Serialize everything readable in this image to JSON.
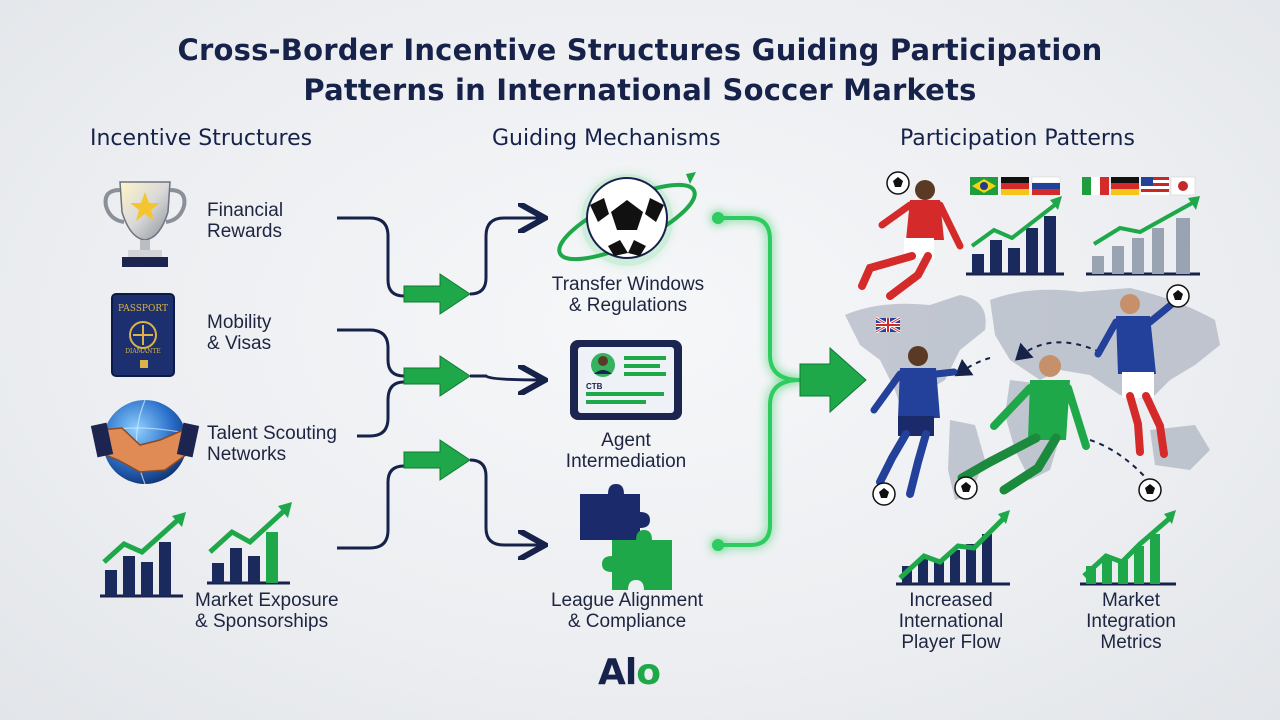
{
  "title": {
    "line1": "Cross-Border Incentive Structures Guiding Participation",
    "line2": "Patterns in International Soccer Markets"
  },
  "columns": {
    "left": "Incentive Structures",
    "middle": "Guiding Mechanisms",
    "right": "Participation Patterns"
  },
  "incentives": [
    {
      "line1": "Financial",
      "line2": "Rewards",
      "icon": "trophy-icon"
    },
    {
      "line1": "Mobility",
      "line2": "& Visas",
      "icon": "passport-icon"
    },
    {
      "line1": "Talent Scouting",
      "line2": "Networks",
      "icon": "handshake-globe-icon"
    },
    {
      "line1": "Market Exposure",
      "line2": "& Sponsorships",
      "icon": "growth-chart-icon"
    }
  ],
  "passport_text": {
    "top": "PASSPORT",
    "bottom": "DIAMANTE"
  },
  "mechanisms": [
    {
      "line1": "Transfer Windows",
      "line2": "& Regulations",
      "icon": "soccer-ball-orbit-icon"
    },
    {
      "line1": "Agent",
      "line2": "Intermediation",
      "icon": "tablet-profile-icon"
    },
    {
      "line1": "League Alignment",
      "line2": "& Compliance",
      "icon": "puzzle-icon"
    }
  ],
  "tablet_text": "CTB",
  "outcomes": [
    {
      "line1": "Increased",
      "line2": "International",
      "line3": "Player Flow"
    },
    {
      "line1": "Market",
      "line2": "Integration",
      "line3": "Metrics"
    }
  ],
  "logo": {
    "main": "Al",
    "accent": "o"
  },
  "colors": {
    "navy": "#17224a",
    "green": "#1fa84a",
    "bright_green": "#2ecc60",
    "red_kit": "#d42a2a",
    "blue_kit": "#23409a"
  }
}
